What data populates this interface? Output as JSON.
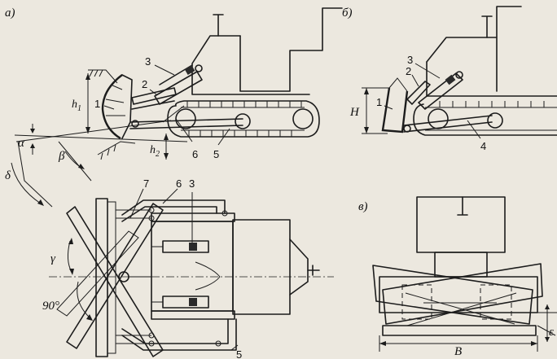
{
  "panels": {
    "a": "а)",
    "b": "б)",
    "v": "в)"
  },
  "labels": {
    "one": "1",
    "two": "2",
    "three": "3",
    "four": "4",
    "five": "5",
    "six": "6",
    "seven": "7",
    "h1": "h",
    "h1_sub": "1",
    "h2": "h",
    "h2_sub": "2",
    "H": "H",
    "B": "B",
    "alpha": "α",
    "beta": "β",
    "delta": "δ",
    "gamma": "γ",
    "epsilon": "ε",
    "angle90": "90°"
  }
}
